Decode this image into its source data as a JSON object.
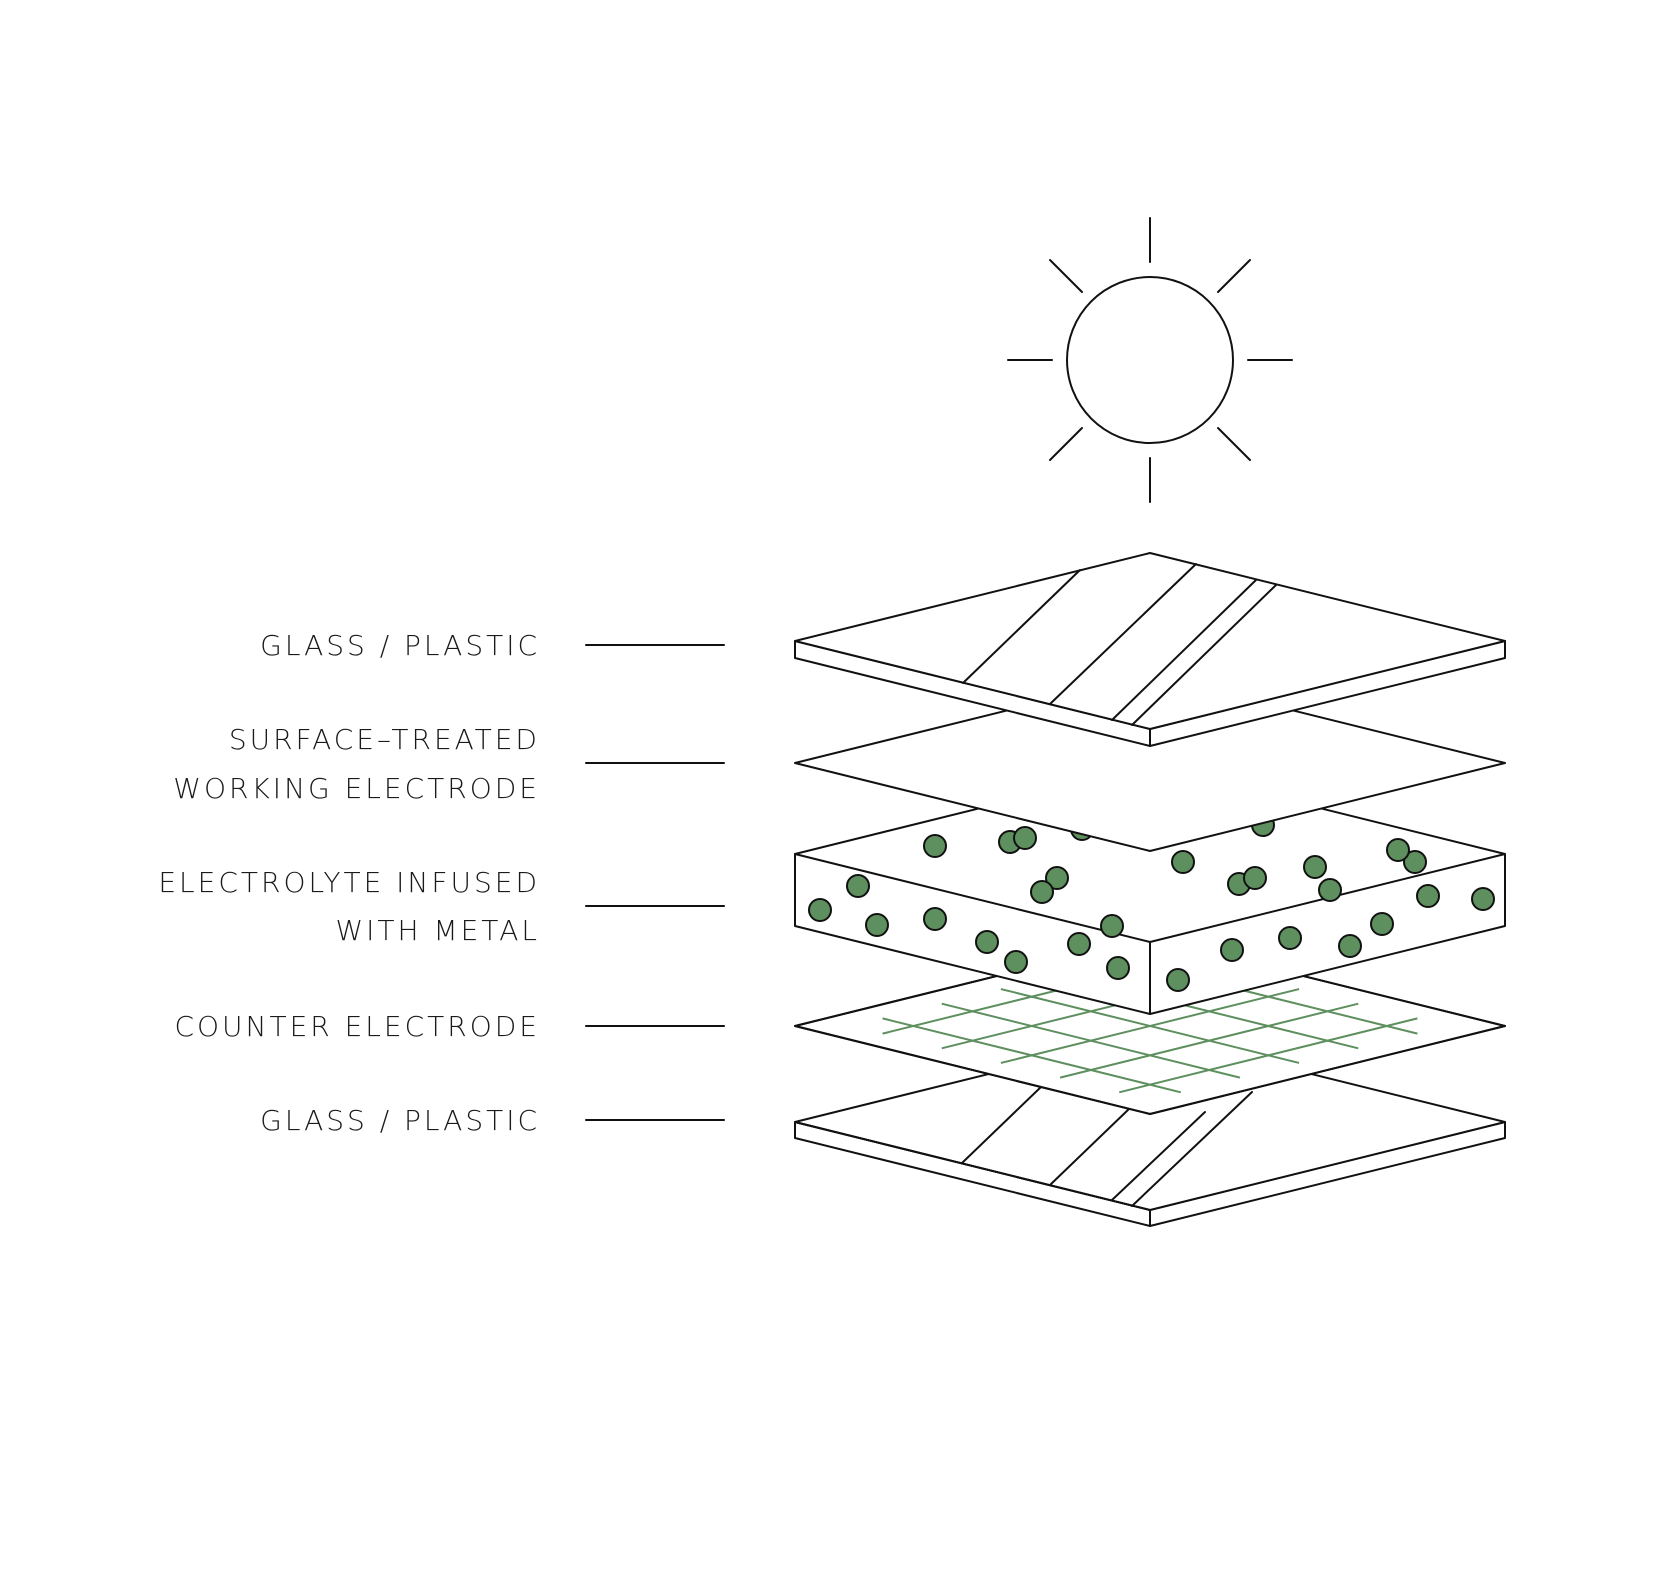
{
  "diagram": {
    "labels": [
      {
        "lines": [
          "GLASS / PLASTIC"
        ]
      },
      {
        "lines": [
          "SURFACE–TREATED",
          "WORKING ELECTRODE"
        ]
      },
      {
        "lines": [
          "ELECTROLYTE INFUSED",
          "WITH METAL"
        ]
      },
      {
        "lines": [
          "COUNTER ELECTRODE"
        ]
      },
      {
        "lines": [
          "GLASS / PLASTIC"
        ]
      }
    ],
    "colors": {
      "accent": "#5e8f5e",
      "ink": "#111111",
      "background": "#ffffff"
    },
    "icons": [
      "sun-icon"
    ]
  }
}
